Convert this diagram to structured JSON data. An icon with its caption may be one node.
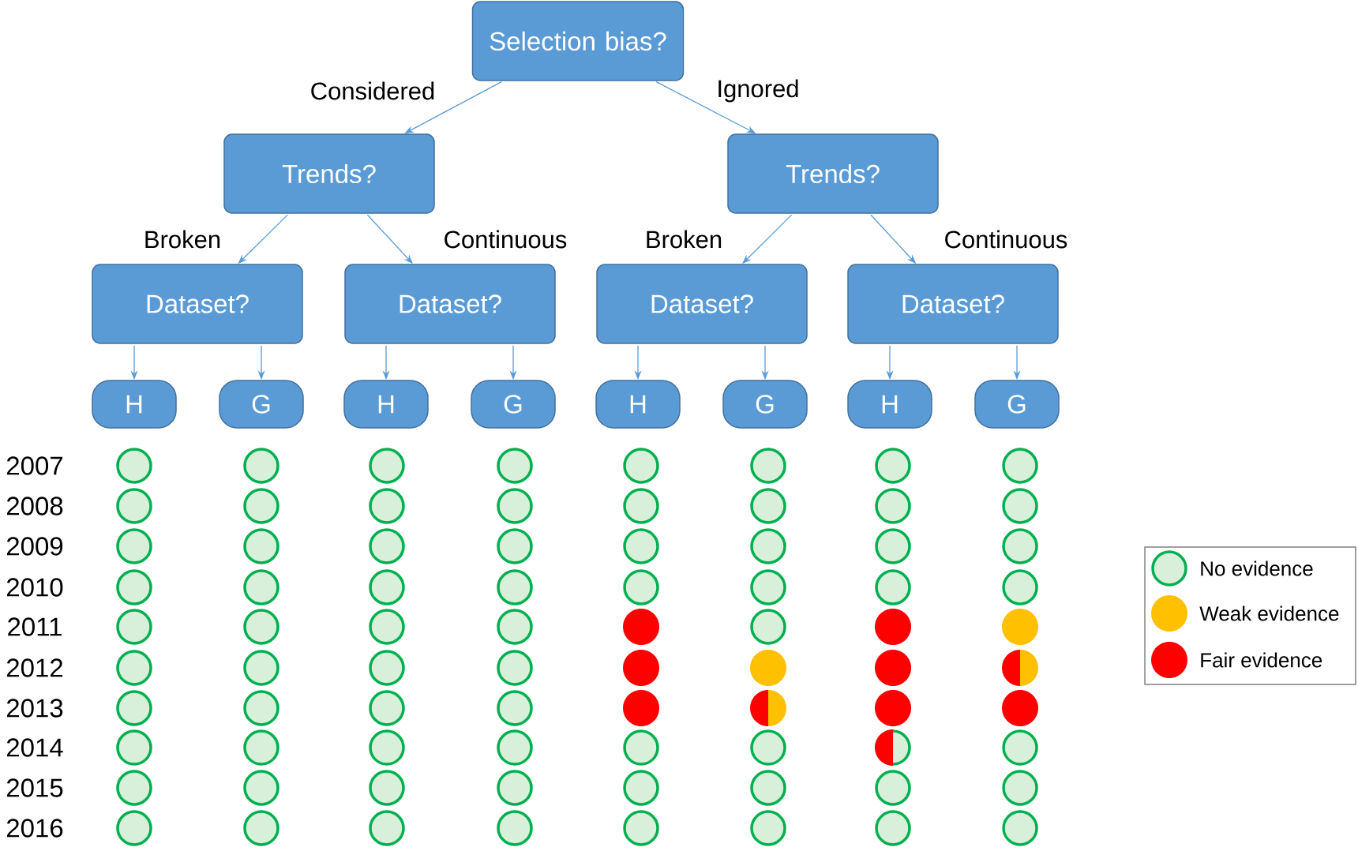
{
  "diagram": {
    "nodes": [
      {
        "text": [
          "Selection bias?"
        ]
      },
      {
        "text": [
          "Trends?"
        ]
      },
      {
        "text": [
          "Trends?"
        ]
      },
      {
        "text": [
          "Dataset?"
        ]
      },
      {
        "text": [
          "Dataset?"
        ]
      },
      {
        "text": [
          "Dataset?"
        ]
      },
      {
        "text": [
          "Dataset?"
        ]
      },
      {
        "text": [
          "H"
        ]
      },
      {
        "text": [
          "G"
        ]
      },
      {
        "text": [
          "H"
        ]
      },
      {
        "text": [
          "G"
        ]
      },
      {
        "text": [
          "H"
        ]
      },
      {
        "text": [
          "G"
        ]
      },
      {
        "text": [
          "H"
        ]
      },
      {
        "text": [
          "G"
        ]
      }
    ],
    "edges": [
      {
        "from": 0,
        "to": 1,
        "arrow": "to",
        "label": "Considered"
      },
      {
        "from": 0,
        "to": 2,
        "arrow": "to",
        "label": "Ignored"
      },
      {
        "from": 1,
        "to": 3,
        "arrow": "to",
        "label": "Broken"
      },
      {
        "from": 1,
        "to": 4,
        "arrow": "to",
        "label": "Continuous"
      },
      {
        "from": 2,
        "to": 5,
        "arrow": "to",
        "label": "Broken"
      },
      {
        "from": 2,
        "to": 6,
        "arrow": "to",
        "label": "Continuous"
      },
      {
        "from": 3,
        "to": 7,
        "arrow": "to"
      },
      {
        "from": 3,
        "to": 8,
        "arrow": "to"
      },
      {
        "from": 4,
        "to": 9,
        "arrow": "to"
      },
      {
        "from": 4,
        "to": 10,
        "arrow": "to"
      },
      {
        "from": 5,
        "to": 11,
        "arrow": "to"
      },
      {
        "from": 5,
        "to": 12,
        "arrow": "to"
      },
      {
        "from": 6,
        "to": 13,
        "arrow": "to"
      },
      {
        "from": 6,
        "to": 14,
        "arrow": "to"
      }
    ],
    "labels": [
      "2007",
      "2008",
      "2009",
      "2010",
      "2011",
      "2012",
      "2013",
      "2014",
      "2015",
      "2016"
    ],
    "legend": [
      {
        "text": "No evidence"
      },
      {
        "text": "Weak evidence",
        "color": "#ffc000"
      },
      {
        "text": "Fair evidence",
        "color": "#ff0000"
      }
    ]
  }
}
